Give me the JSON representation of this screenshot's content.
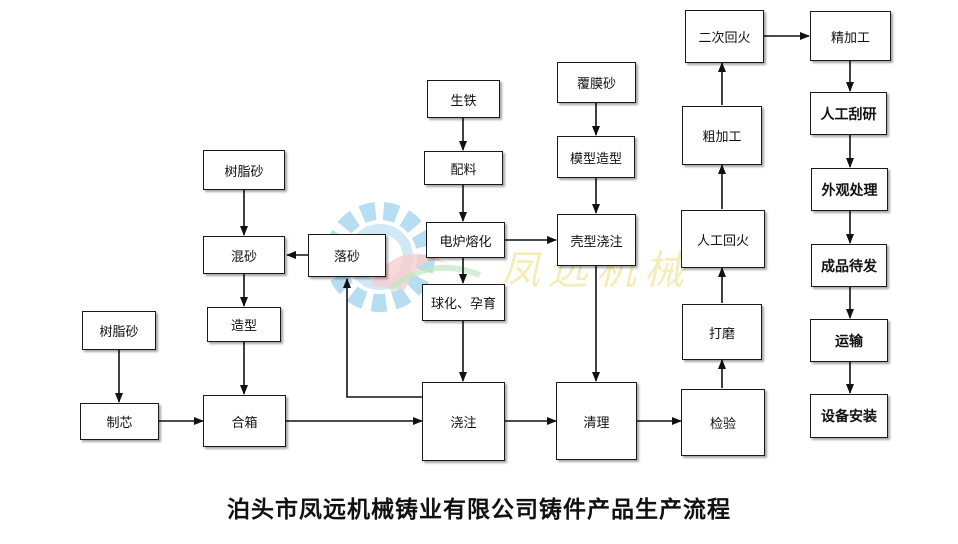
{
  "diagram": {
    "caption": "泊头市凤远机械铸业有限公司铸件产品生产流程",
    "watermark_text": "凤远机械",
    "colors": {
      "line": "#111111",
      "box_border": "#1a1a1a",
      "gear": "#7ec3e8",
      "wm_text": "#f2e7a0"
    },
    "nodes": [
      {
        "id": "shuzhisha1",
        "label": "树脂砂"
      },
      {
        "id": "hunsha",
        "label": "混砂"
      },
      {
        "id": "zaoxing",
        "label": "造型"
      },
      {
        "id": "shuzhisha2",
        "label": "树脂砂"
      },
      {
        "id": "zhixin",
        "label": "制芯"
      },
      {
        "id": "xiang",
        "label": "合箱"
      },
      {
        "id": "luosha",
        "label": "落砂"
      },
      {
        "id": "shengtie",
        "label": "生铁"
      },
      {
        "id": "peiliao",
        "label": "配料"
      },
      {
        "id": "dianlu",
        "label": "电炉熔化"
      },
      {
        "id": "qiuhua",
        "label": "球化、孕育"
      },
      {
        "id": "jiaozhu",
        "label": "浇注"
      },
      {
        "id": "fumosha",
        "label": "覆膜砂"
      },
      {
        "id": "moxing",
        "label": "模型造型"
      },
      {
        "id": "kexing",
        "label": "壳型浇注"
      },
      {
        "id": "qingli",
        "label": "清理"
      },
      {
        "id": "jianyan",
        "label": "检验"
      },
      {
        "id": "damo",
        "label": "打磨"
      },
      {
        "id": "rengonghuihuo",
        "label": "人工回火"
      },
      {
        "id": "cujiagong",
        "label": "粗加工"
      },
      {
        "id": "erci",
        "label": "二次回火"
      },
      {
        "id": "jingjiagong",
        "label": "精加工"
      },
      {
        "id": "guayan",
        "label": "人工刮研"
      },
      {
        "id": "waiguan",
        "label": "外观处理"
      },
      {
        "id": "chengpin",
        "label": "成品待发"
      },
      {
        "id": "yunshu",
        "label": "运输"
      },
      {
        "id": "anzhuang",
        "label": "设备安装"
      }
    ]
  }
}
